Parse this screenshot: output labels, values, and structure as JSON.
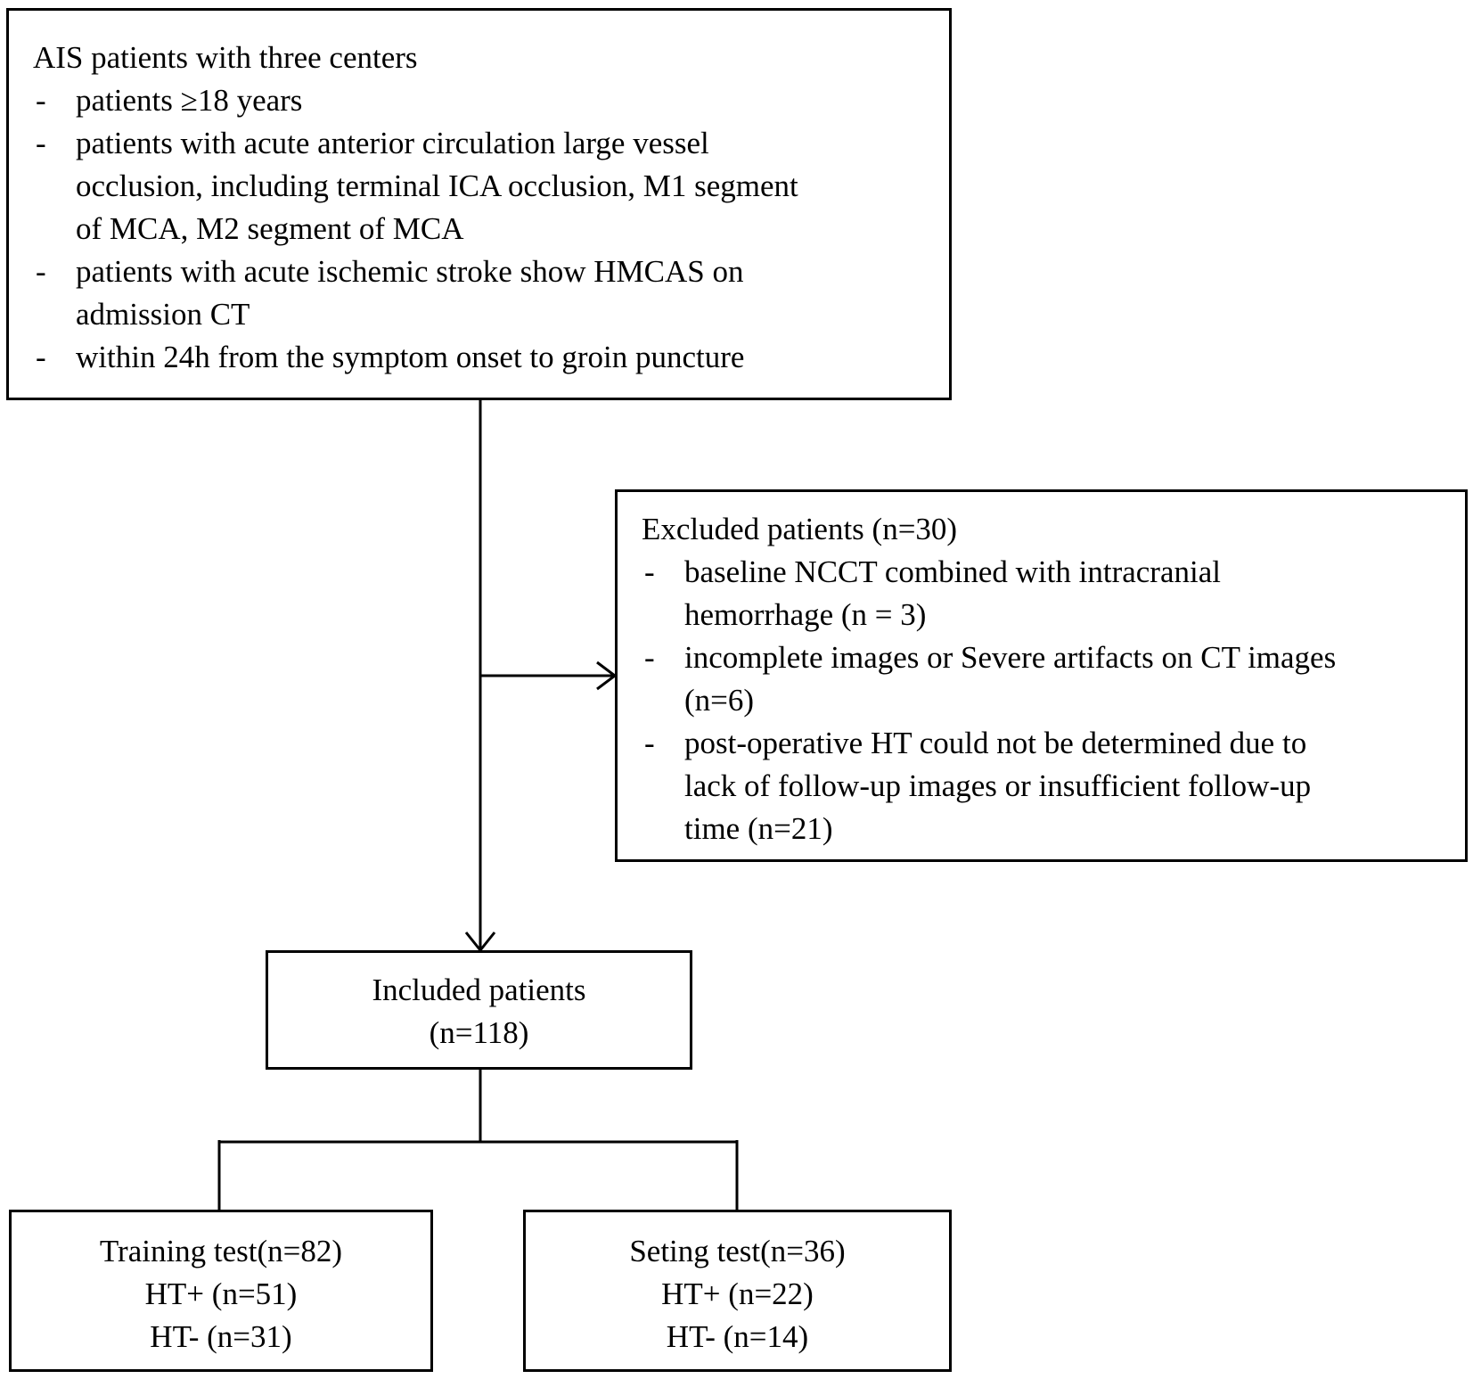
{
  "inclusion": {
    "title": "AIS patients with three centers",
    "items": [
      {
        "bullet": "-",
        "lines": [
          "patients ≥18 years"
        ]
      },
      {
        "bullet": "-",
        "lines": [
          "patients with acute anterior circulation large vessel",
          "occlusion, including terminal ICA occlusion, M1 segment",
          "of MCA, M2 segment of MCA"
        ]
      },
      {
        "bullet": "-",
        "lines": [
          "patients with acute ischemic stroke show HMCAS on",
          "admission CT"
        ]
      },
      {
        "bullet": "-",
        "lines": [
          "within 24h from the symptom onset to groin puncture"
        ]
      }
    ]
  },
  "exclusion": {
    "title": "Excluded patients (n=30)",
    "items": [
      {
        "bullet": "-",
        "lines": [
          "baseline NCCT combined with intracranial",
          "hemorrhage (n = 3)"
        ]
      },
      {
        "bullet": "-",
        "lines": [
          "incomplete images or Severe artifacts on CT images",
          "(n=6)"
        ]
      },
      {
        "bullet": "-",
        "lines": [
          "post-operative HT could not be determined due to",
          "lack of follow-up images or insufficient follow-up",
          "time (n=21)"
        ]
      }
    ]
  },
  "included": {
    "lines": [
      "Included patients",
      "(n=118)"
    ]
  },
  "training": {
    "lines": [
      "Training test(n=82)",
      "HT+ (n=51)",
      "HT- (n=31)"
    ]
  },
  "seting": {
    "lines": [
      "Seting test(n=36)",
      "HT+ (n=22)",
      "HT- (n=14)"
    ]
  }
}
